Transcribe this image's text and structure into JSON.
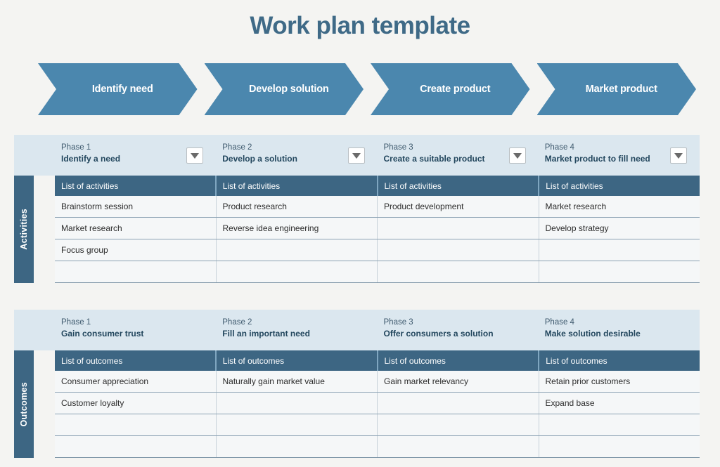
{
  "title": "Work plan template",
  "colors": {
    "chevron": "#4b87ae",
    "header_dark": "#3d6683",
    "phase_band": "#dbe7ef",
    "title": "#3f6a87",
    "page_bg": "#f4f4f2"
  },
  "process_steps": [
    {
      "label": "Identify need"
    },
    {
      "label": "Develop solution"
    },
    {
      "label": "Create product"
    },
    {
      "label": "Market product"
    }
  ],
  "sections": [
    {
      "side_label": "Activities",
      "has_filters": true,
      "filter_icon": "chevron-down-icon",
      "phases": [
        {
          "num": "Phase 1",
          "name": "Identify a need"
        },
        {
          "num": "Phase 2",
          "name": "Develop a solution"
        },
        {
          "num": "Phase 3",
          "name": "Create a suitable product"
        },
        {
          "num": "Phase 4",
          "name": "Market product to fill need"
        }
      ],
      "column_headers": [
        "List of activities",
        "List of activities",
        "List of activities",
        "List of activities"
      ],
      "rows": [
        [
          "Brainstorm session",
          "Product research",
          "Product development",
          "Market research"
        ],
        [
          "Market research",
          "Reverse idea engineering",
          "",
          "Develop strategy"
        ],
        [
          "Focus group",
          "",
          "",
          ""
        ],
        [
          "",
          "",
          "",
          ""
        ]
      ]
    },
    {
      "side_label": "Outcomes",
      "has_filters": false,
      "filter_icon": "",
      "phases": [
        {
          "num": "Phase 1",
          "name": "Gain consumer trust"
        },
        {
          "num": "Phase 2",
          "name": "Fill an important need"
        },
        {
          "num": "Phase 3",
          "name": "Offer consumers a solution"
        },
        {
          "num": "Phase 4",
          "name": "Make solution desirable"
        }
      ],
      "column_headers": [
        "List of outcomes",
        "List of outcomes",
        "List of outcomes",
        "List of outcomes"
      ],
      "rows": [
        [
          "Consumer appreciation",
          "Naturally gain market value",
          "Gain market relevancy",
          "Retain prior customers"
        ],
        [
          "Customer loyalty",
          "",
          "",
          "Expand base"
        ],
        [
          "",
          "",
          "",
          ""
        ],
        [
          "",
          "",
          "",
          ""
        ]
      ]
    }
  ]
}
